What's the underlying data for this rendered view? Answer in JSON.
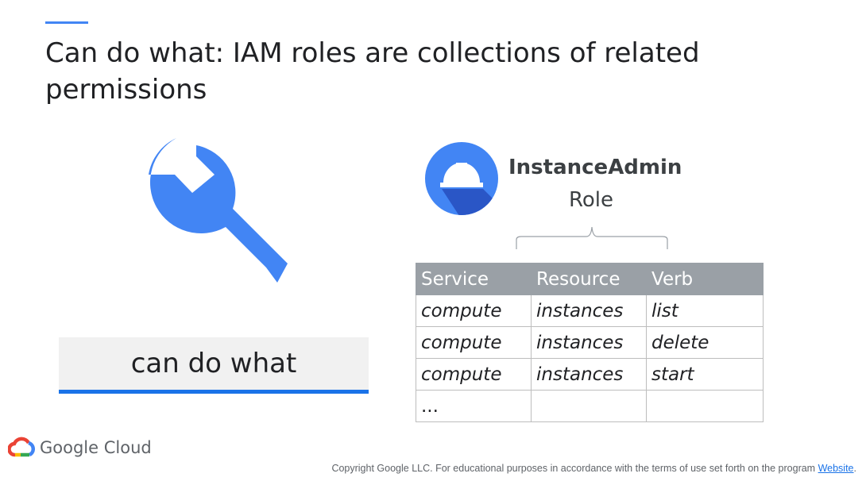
{
  "slide": {
    "title": "Can do what: IAM roles are collections of related permissions",
    "can_do_what_label": "can do what"
  },
  "role": {
    "name": "InstanceAdmin",
    "kind": "Role"
  },
  "permissions_table": {
    "headers": [
      "Service",
      "Resource",
      "Verb"
    ],
    "rows": [
      [
        "compute",
        "instances",
        "list"
      ],
      [
        "compute",
        "instances",
        "delete"
      ],
      [
        "compute",
        "instances",
        "start"
      ],
      [
        "...",
        "",
        ""
      ]
    ]
  },
  "footer": {
    "brand": "Google Cloud",
    "copyright": "Copyright Google LLC. For educational purposes in accordance with the terms of use set forth on the program ",
    "link_text": "Website",
    "trailing": "."
  },
  "colors": {
    "accent_blue": "#4285f4",
    "underline_blue": "#1a73e8",
    "table_header": "#9aa0a6",
    "icon_shadow": "#2a56c6"
  },
  "icons": [
    "wrench-icon",
    "hard-hat-icon",
    "google-cloud-logo-icon"
  ]
}
